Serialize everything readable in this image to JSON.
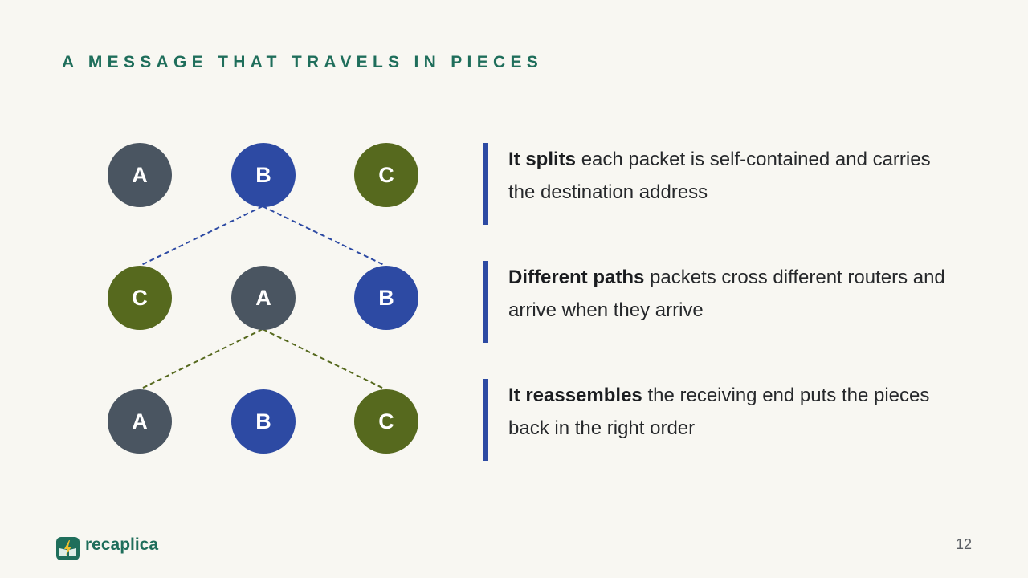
{
  "slide": {
    "title": "A MESSAGE THAT TRAVELS IN PIECES",
    "page_number": "12"
  },
  "brand": {
    "name": "recaplica",
    "logo_icon": "lightning-bolt-book-icon"
  },
  "diagram": {
    "rows": [
      [
        "A",
        "B",
        "C"
      ],
      [
        "C",
        "A",
        "B"
      ],
      [
        "A",
        "B",
        "C"
      ]
    ],
    "colors": {
      "A": "#4a5561",
      "B": "#2d4aa3",
      "C": "#56691e"
    },
    "connector_colors": {
      "blue": "#2d4aa3",
      "olive": "#56691e"
    }
  },
  "points": [
    {
      "heading": "It splits",
      "body": "each packet is self-contained and carries the destination address"
    },
    {
      "heading": "Different paths",
      "body": "packets cross different routers and arrive when they arrive"
    },
    {
      "heading": "It reassembles",
      "body": "the receiving end puts the pieces back in the right order"
    }
  ],
  "colors": {
    "background": "#f8f7f2",
    "accent_green": "#1f6e5b",
    "accent_blue": "#2d4aa3"
  }
}
